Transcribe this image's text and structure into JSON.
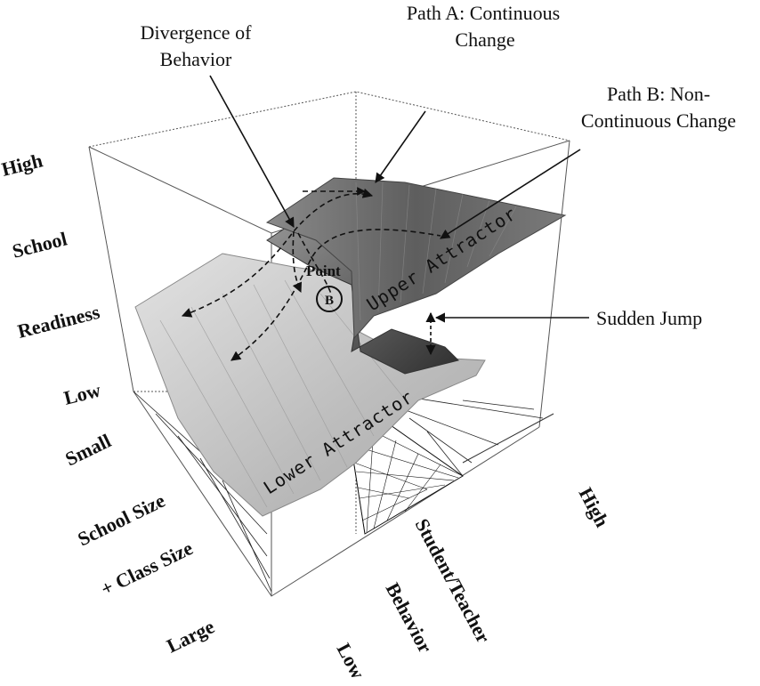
{
  "axes": {
    "readiness": {
      "high": "High",
      "name_line1": "School",
      "name_line2": "Readiness",
      "low": "Low"
    },
    "size": {
      "small": "Small",
      "name_line1": "School Size",
      "name_line2": "+ Class Size",
      "large": "Large"
    },
    "behavior": {
      "low": "Low",
      "name_line1": "Behavior",
      "name_line2": "Student/Teacher",
      "high": "High"
    }
  },
  "annotations": {
    "divergence_line1": "Divergence of",
    "divergence_line2": "Behavior",
    "path_a_line1": "Path A: Continuous",
    "path_a_line2": "Change",
    "path_b_line1": "Path B: Non-",
    "path_b_line2": "Continuous Change",
    "sudden_jump": "Sudden Jump",
    "point_label": "Point",
    "point_letter": "B"
  },
  "surface_labels": {
    "upper": "Upper Attractor",
    "lower": "Lower Attractor"
  },
  "colors": {
    "upper_sheet": "#6e6e6e",
    "fold_dark": "#3a3a3a",
    "lower_sheet": "#c4c4c4",
    "box_line": "#555555"
  }
}
